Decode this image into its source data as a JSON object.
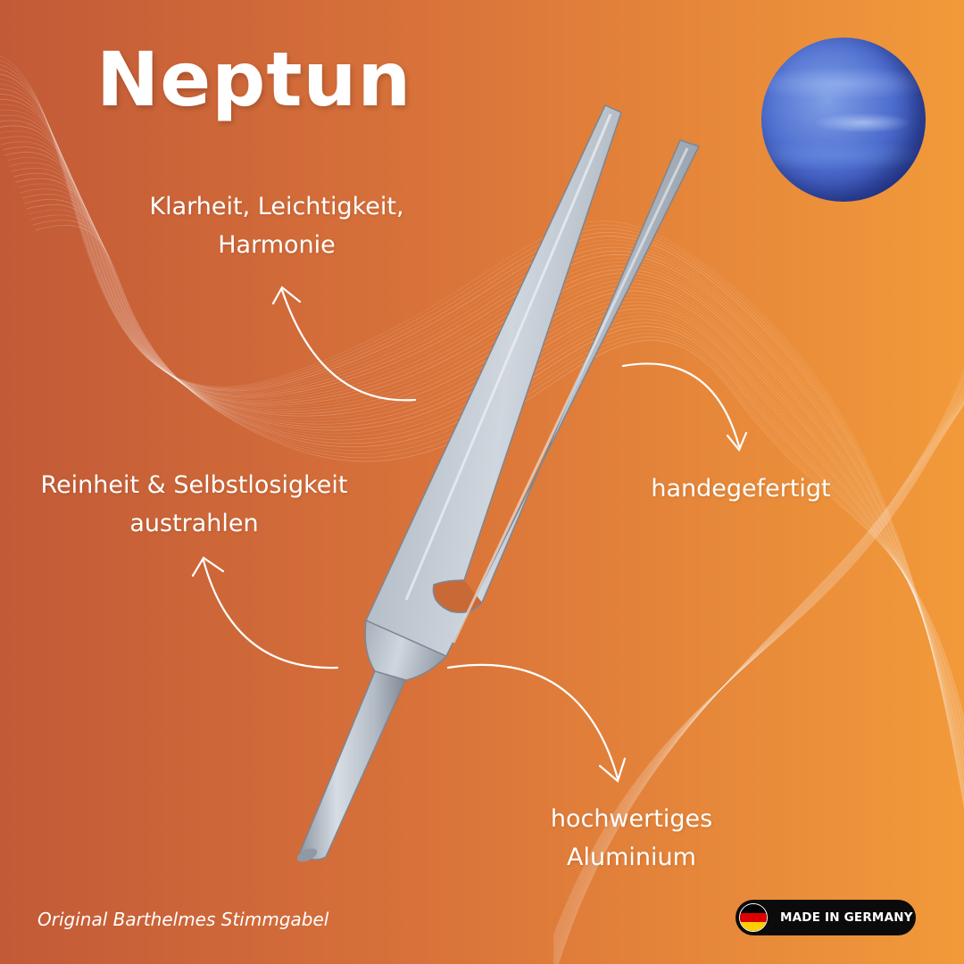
{
  "title": "Neptun",
  "labels": {
    "top_left": [
      "Klarheit, Leichtigkeit,",
      "Harmonie"
    ],
    "middle_left": [
      "Reinheit & Selbstlosigkeit",
      "austrahlen"
    ],
    "middle_right": "handegefertigt",
    "bottom_right": [
      "hochwertiges",
      "Aluminium"
    ]
  },
  "footer": "Original Barthelmes Stimmgabel",
  "badge": "MADE IN GERMANY",
  "colors": {
    "background_left": "#c25a37",
    "background_right": "#f29a3a",
    "text": "#ffffff",
    "badge_bg": "#0b0b0b",
    "flag": [
      "#000000",
      "#dd0000",
      "#ffce00"
    ],
    "planet": "#4f6fd0",
    "metal": "#b8c0ca"
  },
  "icons": [
    "neptune-planet-image",
    "tuning-fork-image",
    "germany-flag-icon",
    "curved-arrow-icon"
  ]
}
